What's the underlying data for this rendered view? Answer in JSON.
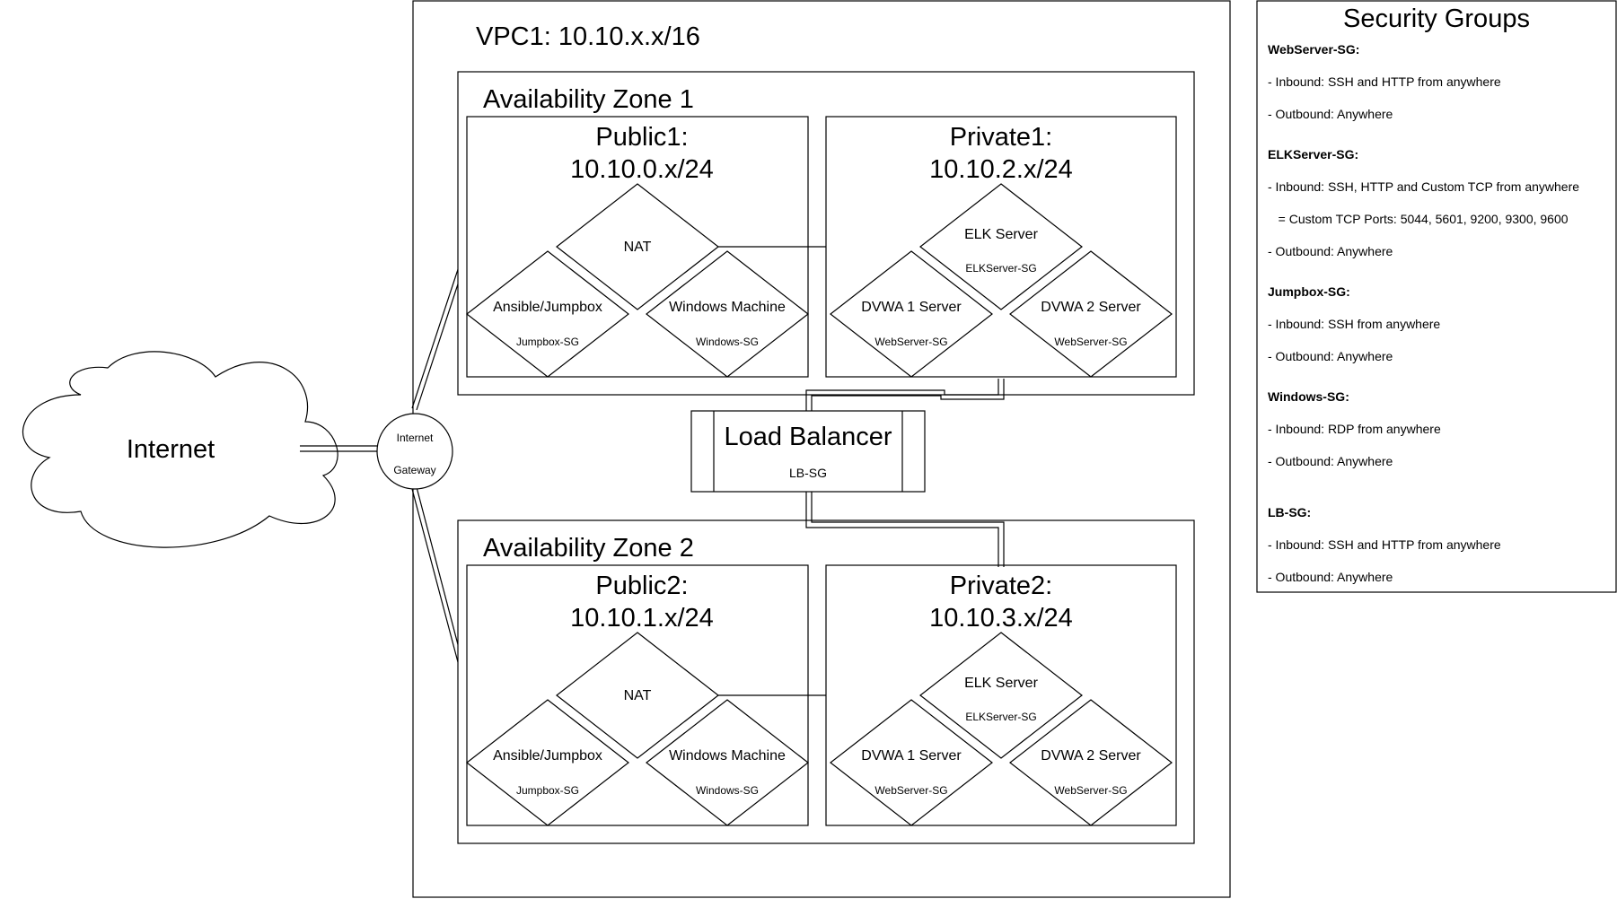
{
  "vpc": {
    "label": "VPC1: 10.10.x.x/16"
  },
  "internet": {
    "label": "Internet"
  },
  "gateway": {
    "line1": "Internet",
    "line2": "Gateway"
  },
  "load_balancer": {
    "label": "Load Balancer",
    "sg": "LB-SG"
  },
  "zones": [
    {
      "label": "Availability Zone 1",
      "public": {
        "title_line1": "Public1:",
        "title_line2": "10.10.0.x/24",
        "nat": "NAT",
        "nodes": [
          {
            "name": "Ansible/Jumpbox",
            "sg": "Jumpbox-SG"
          },
          {
            "name": "Windows Machine",
            "sg": "Windows-SG"
          }
        ]
      },
      "private": {
        "title_line1": "Private1:",
        "title_line2": "10.10.2.x/24",
        "elk": {
          "name": "ELK Server",
          "sg": "ELKServer-SG"
        },
        "nodes": [
          {
            "name": "DVWA 1 Server",
            "sg": "WebServer-SG"
          },
          {
            "name": "DVWA 2 Server",
            "sg": "WebServer-SG"
          }
        ]
      }
    },
    {
      "label": "Availability Zone 2",
      "public": {
        "title_line1": "Public2:",
        "title_line2": "10.10.1.x/24",
        "nat": "NAT",
        "nodes": [
          {
            "name": "Ansible/Jumpbox",
            "sg": "Jumpbox-SG"
          },
          {
            "name": "Windows Machine",
            "sg": "Windows-SG"
          }
        ]
      },
      "private": {
        "title_line1": "Private2:",
        "title_line2": "10.10.3.x/24",
        "elk": {
          "name": "ELK Server",
          "sg": "ELKServer-SG"
        },
        "nodes": [
          {
            "name": "DVWA 1 Server",
            "sg": "WebServer-SG"
          },
          {
            "name": "DVWA 2 Server",
            "sg": "WebServer-SG"
          }
        ]
      }
    }
  ],
  "security_groups": {
    "title": "Security Groups",
    "groups": [
      {
        "name": "WebServer-SG:",
        "rules": [
          "- Inbound: SSH and HTTP from anywhere",
          "- Outbound: Anywhere"
        ]
      },
      {
        "name": "ELKServer-SG:",
        "rules": [
          "- Inbound: SSH, HTTP and Custom TCP from anywhere",
          "   = Custom TCP Ports: 5044, 5601, 9200, 9300, 9600",
          "- Outbound: Anywhere"
        ]
      },
      {
        "name": "Jumpbox-SG:",
        "rules": [
          "- Inbound: SSH from anywhere",
          "- Outbound: Anywhere"
        ]
      },
      {
        "name": "Windows-SG:",
        "rules": [
          "- Inbound: RDP from anywhere",
          "- Outbound: Anywhere"
        ]
      },
      {
        "name": "LB-SG:",
        "rules": [
          "- Inbound: SSH and HTTP from anywhere",
          "- Outbound: Anywhere"
        ]
      }
    ]
  }
}
